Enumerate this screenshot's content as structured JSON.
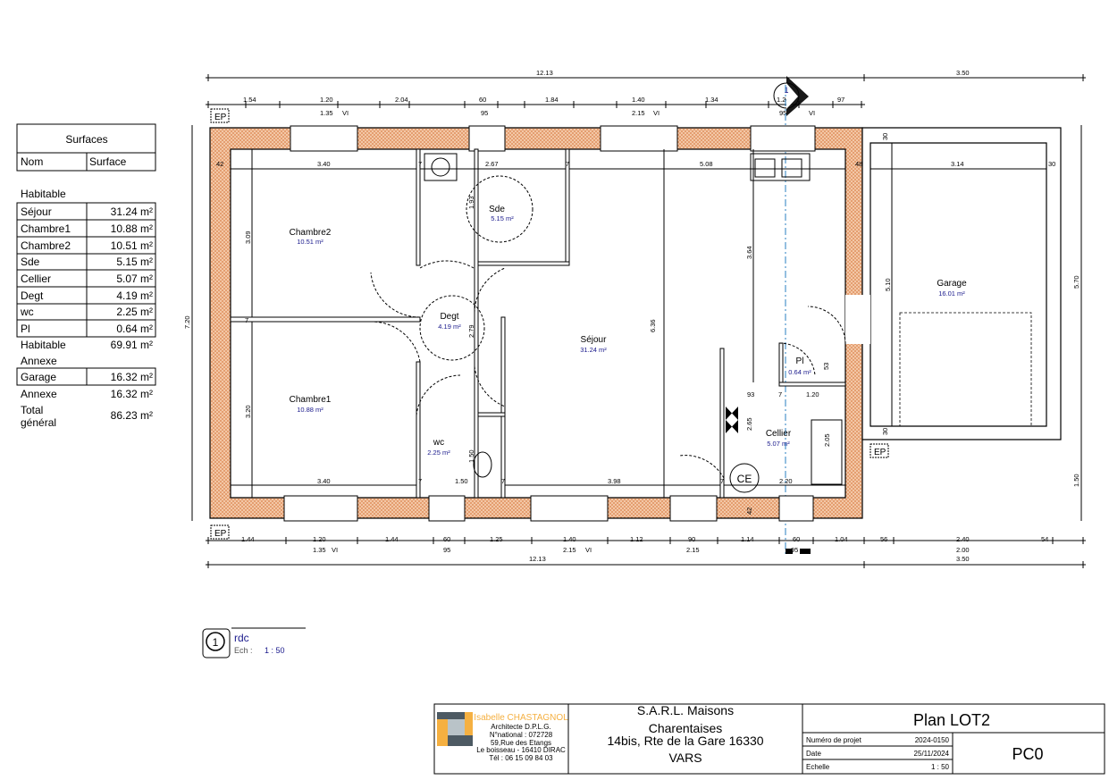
{
  "surfaces": {
    "title": "Surfaces",
    "col_name": "Nom",
    "col_surface": "Surface",
    "habitable_heading": "Habitable",
    "habitable_rows": [
      {
        "name": "Séjour",
        "value": "31.24 m²"
      },
      {
        "name": "Chambre1",
        "value": "10.88 m²"
      },
      {
        "name": "Chambre2",
        "value": "10.51 m²"
      },
      {
        "name": "Sde",
        "value": "5.15 m²"
      },
      {
        "name": "Cellier",
        "value": "5.07 m²"
      },
      {
        "name": "Degt",
        "value": "4.19 m²"
      },
      {
        "name": "wc",
        "value": "2.25 m²"
      },
      {
        "name": "Pl",
        "value": "0.64 m²"
      }
    ],
    "habitable_total": {
      "name": "Habitable",
      "value": "69.91 m²"
    },
    "annexe_heading": "Annexe",
    "annexe_rows": [
      {
        "name": "Garage",
        "value": "16.32 m²"
      }
    ],
    "annexe_total": {
      "name": "Annexe",
      "value": "16.32 m²"
    },
    "grand_total": {
      "name_line1": "Total",
      "name_line2": "général",
      "value": "86.23 m²"
    }
  },
  "rooms": [
    {
      "name": "Chambre2",
      "area": "10.51 m²"
    },
    {
      "name": "Sde",
      "area": "5.15 m²"
    },
    {
      "name": "Degt",
      "area": "4.19 m²"
    },
    {
      "name": "Séjour",
      "area": "31.24 m²"
    },
    {
      "name": "Chambre1",
      "area": "10.88 m²"
    },
    {
      "name": "wc",
      "area": "2.25 m²"
    },
    {
      "name": "Pl",
      "area": "0.64 m²"
    },
    {
      "name": "Cellier",
      "area": "5.07 m²"
    },
    {
      "name": "Garage",
      "area": "16.01 m²"
    }
  ],
  "dims_top": {
    "overall": [
      "12.13",
      "3.50"
    ],
    "segments": [
      "1.54",
      "1.20",
      "2.04",
      "60",
      "1.84",
      "1.40",
      "1.34",
      "1.20",
      "97"
    ],
    "sub": [
      "1.35",
      "VI",
      "95",
      "2.15",
      "VI",
      "95",
      "VI"
    ]
  },
  "dims_bottom": {
    "segments": [
      "1.44",
      "1.20",
      "1.44",
      "60",
      "1.25",
      "1.40",
      "1.12",
      "90",
      "1.14",
      "60",
      "1.04",
      "56",
      "2.40",
      "54"
    ],
    "sub": [
      "1.35",
      "VI",
      "95",
      "2.15",
      "VI",
      "2.15",
      "95",
      "2.00"
    ],
    "overall": [
      "12.13",
      "3.50"
    ]
  },
  "dims_interior": [
    "3.40",
    "2.67",
    "5.08",
    "3.14",
    "42",
    "48",
    "30",
    "3.09",
    "3.20",
    "1.93",
    "2.79",
    "6.36",
    "3.64",
    "5.10",
    "5.70",
    "7.20",
    "1.50",
    "3.40",
    "1.50",
    "3.98",
    "2.20",
    "1.50",
    "2.65",
    "2.05",
    "93",
    "1.20",
    "53",
    "42",
    "30",
    "30",
    "7"
  ],
  "markers": {
    "ep": "EP",
    "ce": "CE",
    "section_number": "1"
  },
  "view": {
    "number": "1",
    "name": "rdc",
    "scale_label": "Ech :",
    "scale": "1 : 50"
  },
  "titleblock": {
    "architect_name": "Isabelle CHASTAGNOL",
    "architect_lines": [
      "Architecte D.P.L.G.",
      "N°national : 072728",
      "59,Rue des Etangs",
      "Le boisseau - 16410 DIRAC",
      "Tél : 06 15 09 84 03"
    ],
    "client_lines": [
      "S.A.R.L. Maisons",
      "Charentaises",
      "14bis, Rte de la Gare 16330",
      "VARS"
    ],
    "plan_title": "Plan LOT2",
    "project_label": "Numéro de projet",
    "project_value": "2024-0150",
    "date_label": "Date",
    "date_value": "25/11/2024",
    "scale_label": "Echelle",
    "scale_value": "1 : 50",
    "sheet": "PC0"
  },
  "colors": {
    "wall_hatch": "#e39a6a",
    "area_text": "#1a1a8c",
    "axis": "#2a7fc0",
    "logo_orange": "#f5b041",
    "logo_gray": "#4d5a63"
  }
}
